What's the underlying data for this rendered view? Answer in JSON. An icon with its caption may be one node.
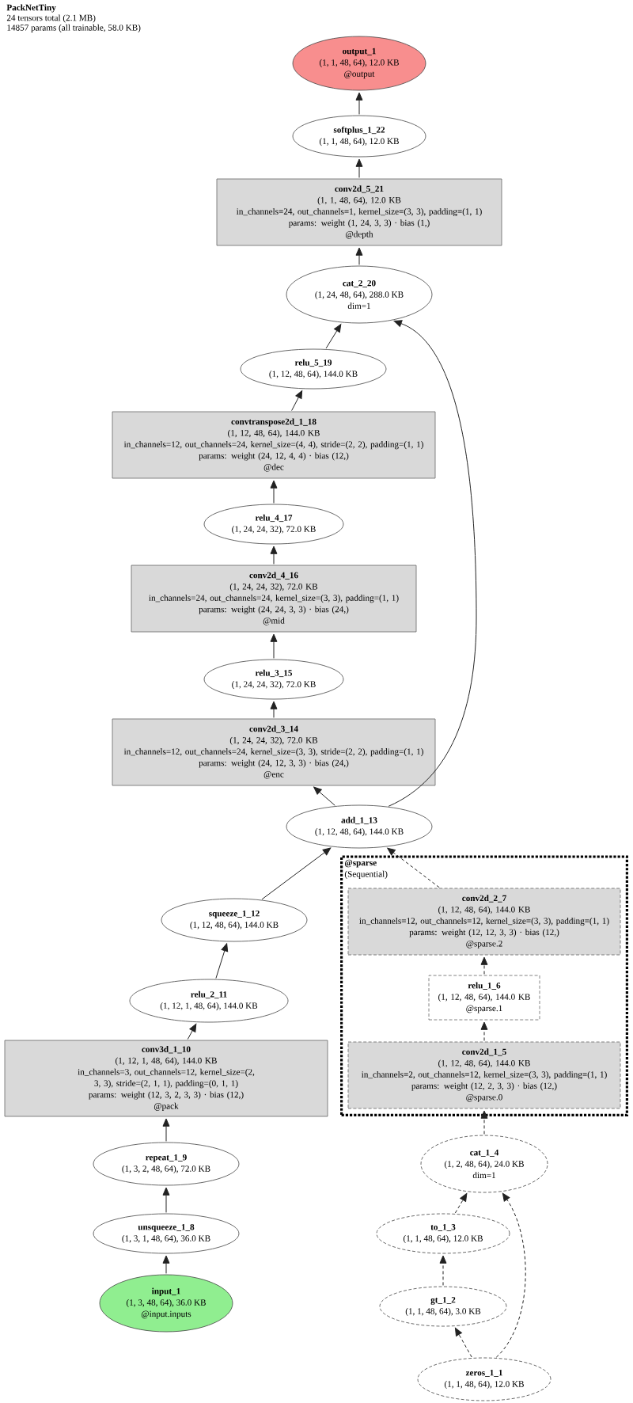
{
  "diagram": {
    "title": "PackNetTiny",
    "labels": [
      "24 tensors total (2.1 MB)",
      "14857 params (all trainable, 58.0 KB)"
    ],
    "nodes": [
      {
        "text": [
          "output_1",
          "(1, 1, 48, 64), 12.0 KB",
          "@output"
        ]
      },
      {
        "text": [
          "softplus_1_22",
          "(1, 1, 48, 64), 12.0 KB"
        ]
      },
      {
        "text": [
          "conv2d_5_21",
          "(1, 1, 48, 64), 12.0 KB",
          "in_channels=24, out_channels=1, kernel_size=(3, 3), padding=(1, 1)",
          "params: weight (1, 24, 3, 3) · bias (1,)",
          "@depth"
        ]
      },
      {
        "text": [
          "cat_2_20",
          "(1, 24, 48, 64), 288.0 KB",
          "dim=1"
        ]
      },
      {
        "text": [
          "relu_5_19",
          "(1, 12, 48, 64), 144.0 KB"
        ]
      },
      {
        "text": [
          "convtranspose2d_1_18",
          "(1, 12, 48, 64), 144.0 KB",
          "in_channels=12, out_channels=24, kernel_size=(4, 4), stride=(2, 2), padding=(1, 1)",
          "params: weight (24, 12, 4, 4) · bias (12,)",
          "@dec"
        ]
      },
      {
        "text": [
          "relu_4_17",
          "(1, 24, 24, 32), 72.0 KB"
        ]
      },
      {
        "text": [
          "conv2d_4_16",
          "(1, 24, 24, 32), 72.0 KB",
          "in_channels=24, out_channels=24, kernel_size=(3, 3), padding=(1, 1)",
          "params: weight (24, 24, 3, 3) · bias (24,)",
          "@mid"
        ]
      },
      {
        "text": [
          "relu_3_15",
          "(1, 24, 24, 32), 72.0 KB"
        ]
      },
      {
        "text": [
          "conv2d_3_14",
          "(1, 24, 24, 32), 72.0 KB",
          "in_channels=12, out_channels=24, kernel_size=(3, 3), stride=(2, 2), padding=(1, 1)",
          "params: weight (24, 12, 3, 3) · bias (24,)",
          "@enc"
        ]
      },
      {
        "text": [
          "add_1_13",
          "(1, 12, 48, 64), 144.0 KB"
        ]
      },
      {
        "text": [
          "@sparse",
          "(Sequential)"
        ]
      },
      {
        "text": [
          "conv2d_2_7",
          "(1, 12, 48, 64), 144.0 KB",
          "in_channels=12, out_channels=12, kernel_size=(3, 3), padding=(1, 1)",
          "params: weight (12, 12, 3, 3) · bias (12,)",
          "@sparse.2"
        ],
        "in": 11
      },
      {
        "text": [
          "squeeze_1_12",
          "(1, 12, 48, 64), 144.0 KB"
        ]
      },
      {
        "text": [
          "relu_2_11",
          "(1, 12, 1, 48, 64), 144.0 KB"
        ]
      },
      {
        "text": [
          "relu_1_6",
          "(1, 12, 48, 64), 144.0 KB",
          "@sparse.1"
        ],
        "in": 11
      },
      {
        "text": [
          "conv3d_1_10",
          "(1, 12, 1, 48, 64), 144.0 KB",
          "in_channels=3, out_channels=12, kernel_size=(2, 3, 3), stride=(2, 1, 1), padding=(0, 1, 1)",
          "params: weight (12, 3, 2, 3, 3) · bias (12,)",
          "@pack"
        ]
      },
      {
        "text": [
          "conv2d_1_5",
          "(1, 12, 48, 64), 144.0 KB",
          "in_channels=2, out_channels=12, kernel_size=(3, 3), padding=(1, 1)",
          "params: weight (12, 2, 3, 3) · bias (12,)",
          "@sparse.0"
        ],
        "in": 11
      },
      {
        "text": [
          "repeat_1_9",
          "(1, 3, 2, 48, 64), 72.0 KB"
        ]
      },
      {
        "text": [
          "cat_1_4",
          "(1, 2, 48, 64), 24.0 KB",
          "dim=1"
        ]
      },
      {
        "text": [
          "unsqueeze_1_8",
          "(1, 3, 1, 48, 64), 36.0 KB"
        ]
      },
      {
        "text": [
          "to_1_3",
          "(1, 1, 48, 64), 12.0 KB"
        ]
      },
      {
        "text": [
          "input_1",
          "(1, 3, 48, 64), 36.0 KB",
          "@input.inputs"
        ]
      },
      {
        "text": [
          "gt_1_2",
          "(1, 1, 48, 64), 3.0 KB"
        ]
      },
      {
        "text": [
          "zeros_1_1",
          "(1, 1, 48, 64), 12.0 KB"
        ]
      }
    ],
    "edges": [
      {
        "from": 1,
        "to": 0,
        "arrow": "to"
      },
      {
        "from": 2,
        "to": 1,
        "arrow": "to"
      },
      {
        "from": 3,
        "to": 2,
        "arrow": "to"
      },
      {
        "from": 4,
        "to": 3,
        "arrow": "to"
      },
      {
        "from": 10,
        "to": 3,
        "arrow": "to"
      },
      {
        "from": 5,
        "to": 4,
        "arrow": "to"
      },
      {
        "from": 6,
        "to": 5,
        "arrow": "to"
      },
      {
        "from": 7,
        "to": 6,
        "arrow": "to"
      },
      {
        "from": 8,
        "to": 7,
        "arrow": "to"
      },
      {
        "from": 9,
        "to": 8,
        "arrow": "to"
      },
      {
        "from": 10,
        "to": 9,
        "arrow": "to"
      },
      {
        "from": 13,
        "to": 10,
        "arrow": "to"
      },
      {
        "from": 12,
        "to": 10,
        "arrow": "to",
        "style": "dashed"
      },
      {
        "from": 15,
        "to": 12,
        "arrow": "to",
        "style": "dashed"
      },
      {
        "from": 14,
        "to": 13,
        "arrow": "to"
      },
      {
        "from": 16,
        "to": 14,
        "arrow": "to"
      },
      {
        "from": 17,
        "to": 15,
        "arrow": "to",
        "style": "dashed"
      },
      {
        "from": 18,
        "to": 16,
        "arrow": "to"
      },
      {
        "from": 19,
        "to": 17,
        "arrow": "to",
        "style": "dashed"
      },
      {
        "from": 20,
        "to": 18,
        "arrow": "to"
      },
      {
        "from": 21,
        "to": 19,
        "arrow": "to",
        "style": "dashed"
      },
      {
        "from": 24,
        "to": 19,
        "arrow": "to",
        "style": "dashed"
      },
      {
        "from": 22,
        "to": 20,
        "arrow": "to"
      },
      {
        "from": 23,
        "to": 21,
        "arrow": "to",
        "style": "dashed"
      },
      {
        "from": 24,
        "to": 23,
        "arrow": "to",
        "style": "dashed"
      }
    ]
  }
}
